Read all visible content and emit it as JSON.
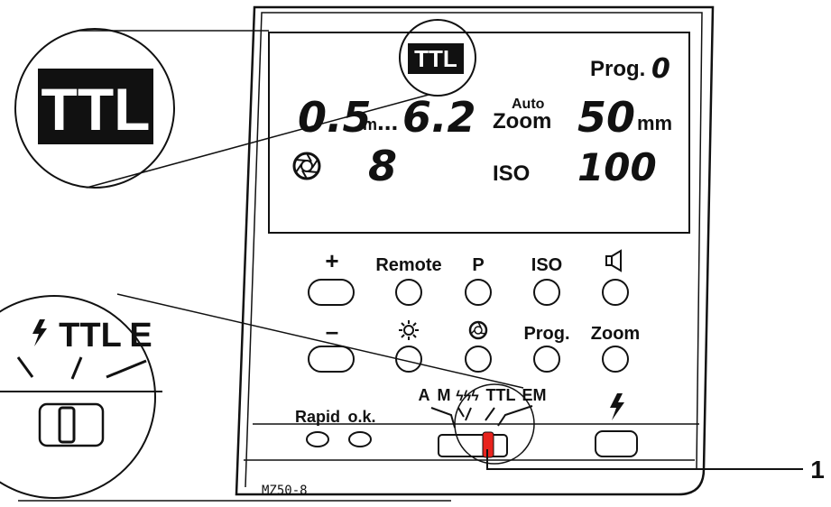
{
  "display": {
    "ttl_badge": "TTL",
    "prog_label": "Prog.",
    "prog_value": "0",
    "range_near": "0.5",
    "range_unit": "m",
    "range_dots": "...",
    "range_far": "6.2",
    "auto_label": "Auto",
    "zoom_label": "Zoom",
    "zoom_value": "50",
    "zoom_unit": "mm",
    "aperture_value": "8",
    "iso_label": "ISO",
    "iso_value": "100"
  },
  "buttons": {
    "plus": "+",
    "minus": "–",
    "remote": "Remote",
    "p": "P",
    "iso": "ISO",
    "prog": "Prog.",
    "zoom": "Zoom"
  },
  "mode_switch": {
    "labels": [
      "A",
      "M",
      "ϟϟϟ",
      "TTL",
      "EM"
    ],
    "rapid": "Rapid",
    "ok": "o.k."
  },
  "magnifier_top": {
    "text": "TTL"
  },
  "magnifier_bottom": {
    "labels": [
      "ϟ",
      "TTL",
      "E"
    ]
  },
  "callout": {
    "number": "1"
  },
  "caption": "MZ50-8",
  "icons": {
    "aperture": "aperture-icon",
    "speaker": "speaker-icon",
    "illumination": "illumination-icon",
    "flash": "flash-icon"
  },
  "colors": {
    "switch_marker": "#e8231d",
    "ink": "#111111"
  }
}
